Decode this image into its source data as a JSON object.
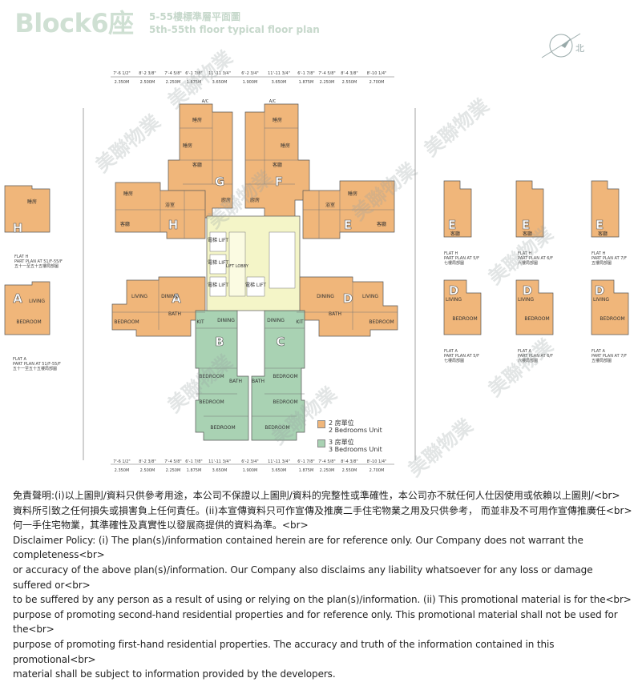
{
  "header": {
    "title": "Block6座",
    "subtitle_cn": "5-55樓標準層平面圖",
    "subtitle_en": "5th-55th floor typical floor plan",
    "north_label": "北"
  },
  "watermark": "美聯物業",
  "units": {
    "G": "G",
    "F": "F",
    "H": "H",
    "E": "E",
    "A": "A",
    "D": "D",
    "B": "B",
    "C": "C"
  },
  "room_labels": {
    "bedroom_cn": "睡房",
    "living_cn": "客廳",
    "kitchen_cn": "廚房",
    "bath_cn": "浴室",
    "living_en": "LIVING",
    "dining_en": "DINING",
    "bedroom_en": "BEDROOM",
    "bath_en": "BATH",
    "kit_en": "KIT",
    "lift": "電梯 LIFT",
    "lift_lobby": "LIFT LOBBY",
    "ac": "A/C"
  },
  "side_plans": [
    {
      "unit": "E",
      "cap1": "FLAT H",
      "cap2": "PART PLAN AT 5/F",
      "cap3": "七樓局部圖"
    },
    {
      "unit": "E",
      "cap1": "FLAT H",
      "cap2": "PART PLAN AT 6/F",
      "cap3": "六樓局部圖"
    },
    {
      "unit": "E",
      "cap1": "FLAT H",
      "cap2": "PART PLAN AT 7/F",
      "cap3": "五樓局部圖"
    },
    {
      "unit": "D",
      "cap1": "FLAT A",
      "cap2": "PART PLAN AT 5/F",
      "cap3": "七樓局部圖"
    },
    {
      "unit": "D",
      "cap1": "FLAT A",
      "cap2": "PART PLAN AT 6/F",
      "cap3": "六樓局部圖"
    },
    {
      "unit": "D",
      "cap1": "FLAT A",
      "cap2": "PART PLAN AT 7/F",
      "cap3": "五樓局部圖"
    }
  ],
  "left_plans": [
    {
      "unit": "H",
      "cap1": "FLAT H",
      "cap2": "PART PLAN AT 51/F-55/F",
      "cap3": "五十一至五十五樓局部圖"
    },
    {
      "unit": "A",
      "cap1": "FLAT A",
      "cap2": "PART PLAN AT 51/F-55/F",
      "cap3": "五十一至五十五樓局部圖"
    }
  ],
  "legend": [
    {
      "cn": "2 房單位",
      "en": "2 Bedrooms Unit",
      "color": "#f0b67a"
    },
    {
      "cn": "3 房單位",
      "en": "3 Bedrooms Unit",
      "color": "#a9d2b3"
    }
  ],
  "dimensions_top": [
    "7'-6 1/2\"",
    "8'-2 3/8\"",
    "7'-4 5/8\"",
    "6'-1 7/8\"",
    "11'-11 3/4\"",
    "6'-2 3/4\"",
    "11'-11 3/4\"",
    "6'-1 7/8\"",
    "7'-4 5/8\"",
    "8'-4 3/8\"",
    "8'-10 1/4\""
  ],
  "dimensions_top_m": [
    "2.350M",
    "2.500M",
    "2.250M",
    "1.875M",
    "3.650M",
    "1.900M",
    "3.650M",
    "1.875M",
    "2.250M",
    "2.550M",
    "2.700M"
  ],
  "colors": {
    "two_bed": "#f0b67a",
    "three_bed": "#a9d2b3",
    "core": "#f4f5c8",
    "line": "#555555",
    "title": "#cfe0d3"
  },
  "disclaimer": {
    "cn_1": "免責聲明:(i)以上圖則/資料只供參考用途，本公司不保證以上圖則/資料的完整性或準確性，本公司亦不就任何人仕因使用或依賴以上圖則/<br>",
    "cn_2": "資料所引致之任何損失或損害負上任何責任。(ii)本宣傳資料只可作宣傳及推廣二手住宅物業之用及只供參考， 而並非及不可用作宣傳推廣任<br>",
    "cn_3": "何一手住宅物業，其準確性及真實性以發展商提供的資料為準。<br>",
    "en_1": "Disclaimer Policy: (i) The plan(s)/information contained herein are for reference only. Our Company does not warrant the completeness<br>",
    "en_2": "or accuracy of the above plan(s)/information. Our Company also disclaims any liability whatsoever for any loss or damage suffered or<br>",
    "en_3": "to be suffered by any person as a result of using or relying on the plan(s)/information. (ii) This promotional material is for the<br>",
    "en_4": "purpose of promoting second-hand residential properties and for reference only. This promotional material shall not be used for the<br>",
    "en_5": "purpose of promoting first-hand residential properties. The accuracy and truth of the information contained in this promotional<br>",
    "en_6": "material shall be subject to information provided by the developers."
  }
}
